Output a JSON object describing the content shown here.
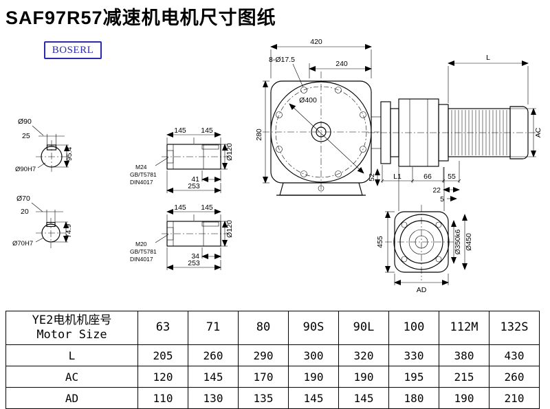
{
  "title": "SAF97R57减速机电机尺寸图纸",
  "logo": "BOSERL",
  "drawing": {
    "shaft_end_top": {
      "dia": "Ø90",
      "key_width": "25",
      "height": "95.4",
      "bore": "Ø90H7"
    },
    "shaft_end_bottom": {
      "dia": "Ø70",
      "key_width": "20",
      "height": "74.9",
      "bore": "Ø70H7"
    },
    "shaft_side_top": {
      "seg1": "145",
      "seg2": "145",
      "dia": "Ø120",
      "thread": "M24",
      "std1": "GB/T5781",
      "std2": "DIN4017",
      "key_len": "41",
      "total_len": "253"
    },
    "shaft_side_bottom": {
      "seg1": "145",
      "seg2": "145",
      "dia": "Ø120",
      "thread": "M20",
      "std1": "GB/T5781",
      "std2": "DIN4017",
      "key_len": "34",
      "total_len": "253"
    },
    "front_view": {
      "overall_width": "420",
      "bolt_holes": "8-Ø17.5",
      "flange_width": "240",
      "flange_dia": "Ø400",
      "height": "280",
      "foot": "52"
    },
    "side_view": {
      "motor_len": "L",
      "motor_dia": "AC",
      "l1": "L1",
      "d66": "66",
      "d55": "55",
      "d22": "22",
      "d5": "5"
    },
    "output_view": {
      "height": "455",
      "spigot_dia": "Ø350k6",
      "flange_dia": "Ø450",
      "width": "AD"
    }
  },
  "table": {
    "header_cn": "YE2电机机座号",
    "header_en": "Motor Size",
    "sizes": [
      "63",
      "71",
      "80",
      "90S",
      "90L",
      "100",
      "112M",
      "132S"
    ],
    "rows": [
      {
        "label": "L",
        "values": [
          "205",
          "260",
          "290",
          "300",
          "320",
          "330",
          "380",
          "430"
        ]
      },
      {
        "label": "AC",
        "values": [
          "120",
          "145",
          "170",
          "190",
          "190",
          "195",
          "215",
          "260"
        ]
      },
      {
        "label": "AD",
        "values": [
          "110",
          "130",
          "135",
          "145",
          "145",
          "180",
          "190",
          "210"
        ]
      }
    ]
  }
}
